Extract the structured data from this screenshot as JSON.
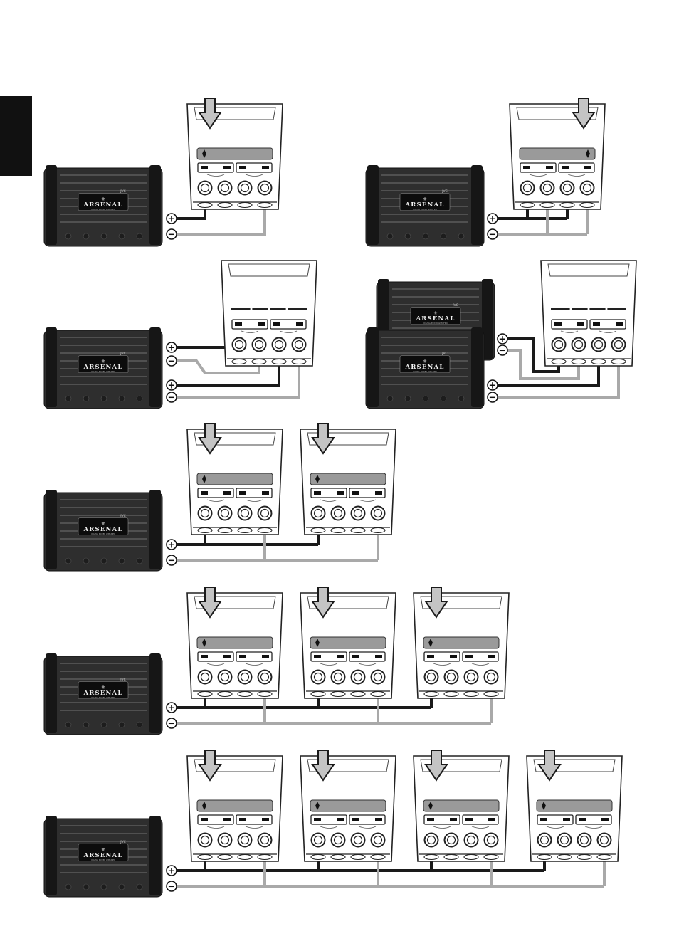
{
  "brand": {
    "logo_text": "ARSENAL",
    "badge_text": "JVC",
    "tagline": "DIGITAL POWER AMPLIFIER"
  },
  "symbols": {
    "plus": "+",
    "minus": "−"
  },
  "colors": {
    "positive_wire": "#1a1a1a",
    "negative_wire": "#a9a9a9",
    "amp_body": "#2e2e2e",
    "arrow_fill": "#c4c4c4",
    "language_tab": "#111111"
  },
  "icons": [
    "language-tab",
    "amplifier",
    "speaker-terminal-block",
    "down-arrow-icon",
    "plus-terminal-icon",
    "minus-terminal-icon"
  ],
  "diagrams": [
    {
      "id": "single-speaker-left",
      "amps": 1,
      "speaker_blocks": 1,
      "arrow_side": "left",
      "wiring": "mono"
    },
    {
      "id": "single-speaker-bridged",
      "amps": 1,
      "speaker_blocks": 1,
      "arrow_side": "right",
      "wiring": "bridged"
    },
    {
      "id": "stereo-two-channel",
      "amps": 1,
      "speaker_blocks": 1,
      "arrow_side": "none",
      "wiring": "stereo"
    },
    {
      "id": "stereo-two-amplifiers",
      "amps": 2,
      "speaker_blocks": 1,
      "arrow_side": "none",
      "wiring": "stereo"
    },
    {
      "id": "parallel-two-speakers",
      "amps": 1,
      "speaker_blocks": 2,
      "arrow_side": "left",
      "wiring": "parallel"
    },
    {
      "id": "parallel-three-speakers",
      "amps": 1,
      "speaker_blocks": 3,
      "arrow_side": "left",
      "wiring": "parallel"
    },
    {
      "id": "parallel-four-speakers",
      "amps": 1,
      "speaker_blocks": 4,
      "arrow_side": "left",
      "wiring": "parallel"
    }
  ]
}
